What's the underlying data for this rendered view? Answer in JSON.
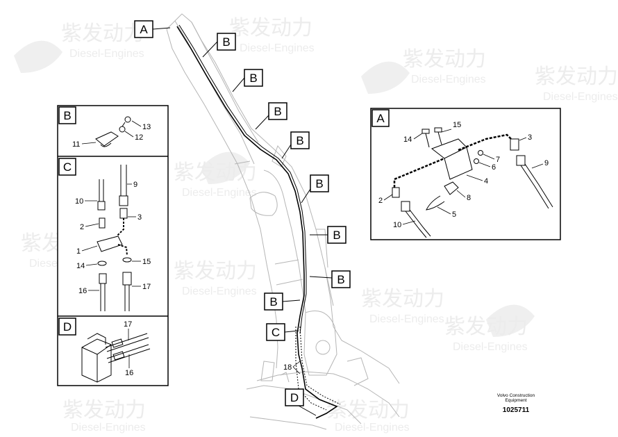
{
  "watermark": {
    "brand": "紫发动力",
    "sub": "Diesel-Engines"
  },
  "callouts": {
    "a": "A",
    "b": "B",
    "c": "C",
    "d": "D"
  },
  "panel_b": {
    "title": "B",
    "parts": [
      "13",
      "12",
      "11"
    ]
  },
  "panel_c": {
    "title": "C",
    "parts": [
      "9",
      "10",
      "3",
      "2",
      "1",
      "14",
      "15",
      "16",
      "17"
    ]
  },
  "panel_d": {
    "title": "D",
    "parts": [
      "17",
      "16"
    ]
  },
  "panel_a": {
    "title": "A",
    "parts": [
      "15",
      "14",
      "3",
      "7",
      "6",
      "9",
      "4",
      "2",
      "8",
      "5",
      "10"
    ]
  },
  "main_part": "18",
  "footer": {
    "credit_line1": "Volvo Construction",
    "credit_line2": "Equipment",
    "part_number": "1025711"
  }
}
